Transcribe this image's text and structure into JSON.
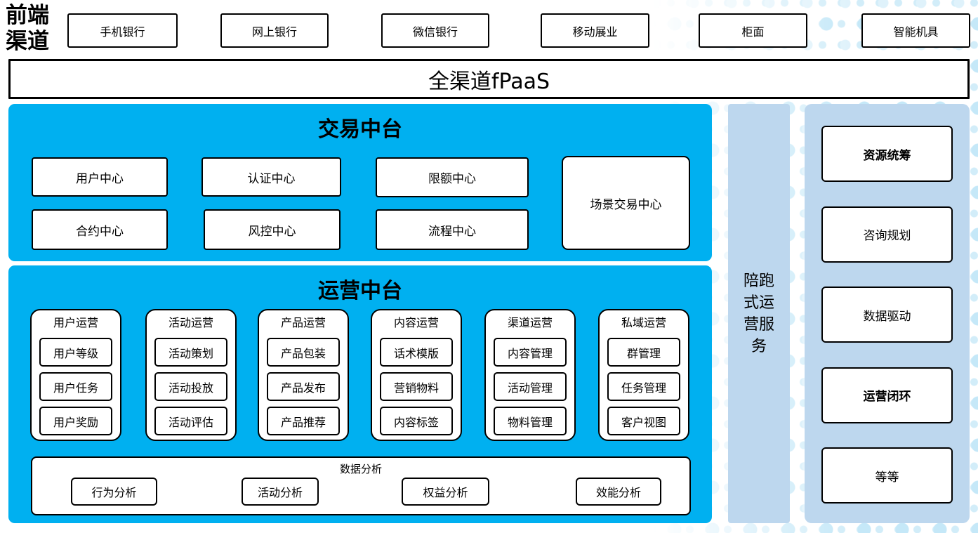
{
  "frontend_channels": {
    "label": "前端渠道",
    "items": [
      "手机银行",
      "网上银行",
      "微信银行",
      "移动展业",
      "柜面",
      "智能机具"
    ]
  },
  "fpaas": {
    "title": "全渠道fPaaS"
  },
  "transaction_platform": {
    "title": "交易中台",
    "centers": [
      "用户中心",
      "认证中心",
      "限额中心",
      "合约中心",
      "风控中心",
      "流程中心"
    ],
    "scenario_center": "场景交易中心"
  },
  "operation_platform": {
    "title": "运营中台",
    "columns": [
      {
        "header": "用户运营",
        "items": [
          "用户等级",
          "用户任务",
          "用户奖励"
        ]
      },
      {
        "header": "活动运营",
        "items": [
          "活动策划",
          "活动投放",
          "活动评估"
        ]
      },
      {
        "header": "产品运营",
        "items": [
          "产品包装",
          "产品发布",
          "产品推荐"
        ]
      },
      {
        "header": "内容运营",
        "items": [
          "话术模版",
          "营销物料",
          "内容标签"
        ]
      },
      {
        "header": "渠道运营",
        "items": [
          "内容管理",
          "活动管理",
          "物料管理"
        ]
      },
      {
        "header": "私域运营",
        "items": [
          "群管理",
          "任务管理",
          "客户视图"
        ]
      }
    ],
    "data_analysis": {
      "title": "数据分析",
      "items": [
        "行为分析",
        "活动分析",
        "权益分析",
        "效能分析"
      ]
    }
  },
  "side_bar": {
    "label": "陪跑式运营服务"
  },
  "service_panel": {
    "items": [
      {
        "label": "资源统筹",
        "bold": true
      },
      {
        "label": "咨询规划",
        "bold": false
      },
      {
        "label": "数据驱动",
        "bold": false
      },
      {
        "label": "运营闭环",
        "bold": true
      },
      {
        "label": "等等",
        "bold": false
      }
    ]
  },
  "colors": {
    "accent_blue": "#00B0F0",
    "light_blue": "#BDD7EE",
    "dot_blue": "#C5E8F8"
  }
}
